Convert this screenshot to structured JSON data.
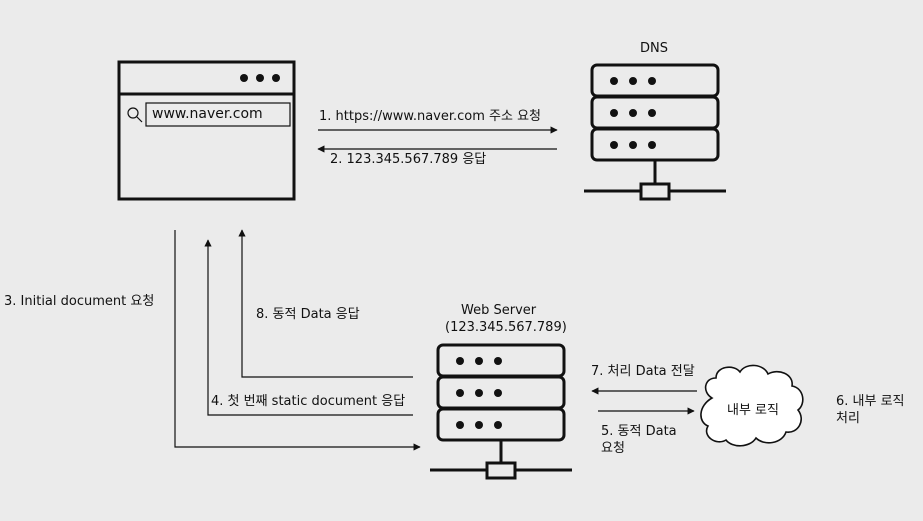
{
  "browser": {
    "url": "www.naver.com",
    "window_dots": "●●●"
  },
  "dns": {
    "title": "DNS"
  },
  "web_server": {
    "title": "Web Server",
    "ip": "(123.345.567.789)"
  },
  "cloud": {
    "label": "내부 로직"
  },
  "steps": {
    "s1": "1. https://www.naver.com 주소 요청",
    "s2": "2. 123.345.567.789 응답",
    "s3": "3. Initial document 요청",
    "s4": "4. 첫 번째 static document 응답",
    "s5_line1": "5. 동적 Data",
    "s5_line2": "요청",
    "s6_line1": "6. 내부 로직",
    "s6_line2": "처리",
    "s7": "7. 처리 Data 전달",
    "s8": "8. 동적 Data  응답"
  },
  "colors": {
    "background": "#ebebeb",
    "stroke": "#111111",
    "cloud_fill": "#ffffff"
  }
}
